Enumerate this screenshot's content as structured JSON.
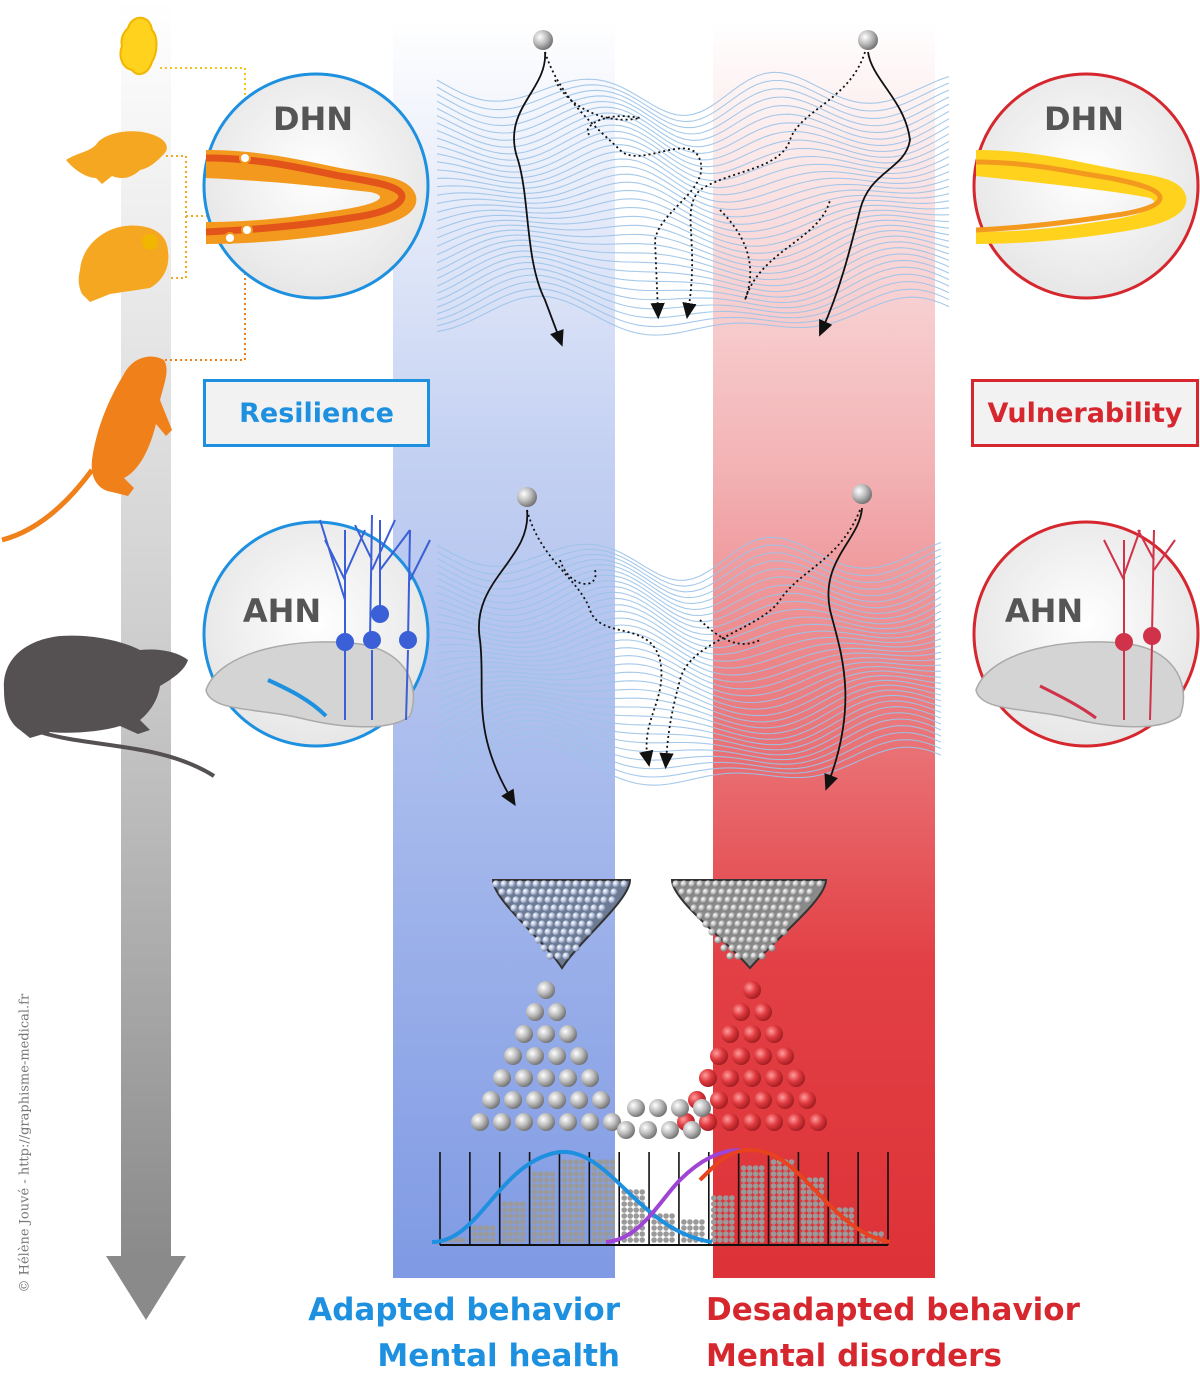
{
  "colors": {
    "resilience_blue": "#1e90e0",
    "vulnerability_red": "#d6262e",
    "column_blue": "#8ea6e6",
    "column_red": "#e24045",
    "neuron_blue": "#3a5fd6",
    "neuron_red": "#d0324a",
    "dhn_orange": "#f39a1e",
    "dhn_yellow": "#ffd21e",
    "rat_dark": "#555052",
    "curve_purple": "#a044d6"
  },
  "left_panel": {
    "dhn_label": "DHN",
    "ahn_label": "AHN",
    "resilience_label": "Resilience"
  },
  "right_panel": {
    "dhn_label": "DHN",
    "ahn_label": "AHN",
    "vulnerability_label": "Vulnerability"
  },
  "bottom": {
    "left_line1": "Adapted behavior",
    "left_line2": "Mental health",
    "right_line1": "Desadapted behavior",
    "right_line2": "Mental disorders"
  },
  "credit": "© Hélène Jouvé - http://graphisme-medical.fr",
  "icons": [
    "embryo-icon",
    "pup-icon",
    "juvenile-rat-icon",
    "adolescent-rat-icon",
    "adult-rat-icon",
    "time-arrow-icon"
  ]
}
